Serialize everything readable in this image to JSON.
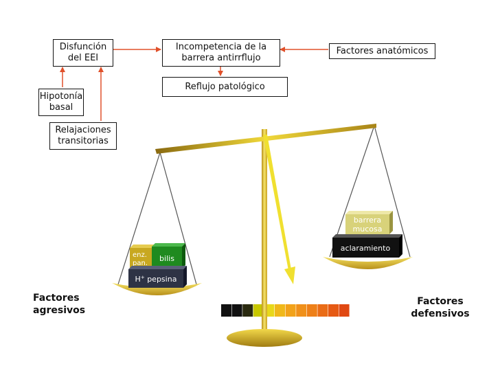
{
  "boxes": {
    "disfuncion": {
      "line1": "Disfunción",
      "line2": "del EEI"
    },
    "incompetencia": {
      "line1": "Incompetencia de la",
      "line2": "barrera antirrflujo"
    },
    "factores_anatomicos": "Factores anatómicos",
    "reflujo": "Reflujo patológico",
    "hipotonia": {
      "line1": "Hipotonía",
      "line2": "basal"
    },
    "relajaciones": {
      "line1": "Relajaciones",
      "line2": "transitorias"
    }
  },
  "left_pan": {
    "enz": {
      "line1": "enz.",
      "line2": "pan."
    },
    "bilis": "bilis",
    "pepsina": {
      "h": "H",
      "sup": "+",
      "rest": " pepsina"
    }
  },
  "right_pan": {
    "barrera": {
      "line1": "barrera",
      "line2": "mucosa"
    },
    "aclaramiento": "aclaramiento"
  },
  "labels": {
    "agresivos": {
      "line1": "Factores",
      "line2": "agresivos"
    },
    "defensivos": {
      "line1": "Factores",
      "line2": "defensivos"
    }
  },
  "colors": {
    "arrow": "#e0502a",
    "gold": "#e8cc2a",
    "enz_block": "#c8a820",
    "bilis_block": "#1f8a1f",
    "pepsina_block": "#2e3345",
    "barrera_block": "#d8d27a",
    "aclaramiento_block": "#111111",
    "scale_cells": [
      "#111111",
      "#111111",
      "#2a2a10",
      "#c8c800",
      "#e8d81a",
      "#f0b81a",
      "#f2a21a",
      "#f0901a",
      "#ee8018",
      "#ea6c16",
      "#e65a14",
      "#e04812"
    ]
  }
}
